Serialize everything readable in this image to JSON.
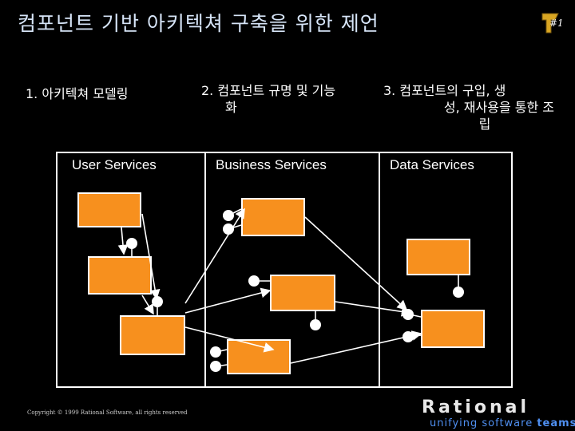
{
  "header": {
    "title": "컴포넌트 기반 아키텍쳐 구축을 위한 제언",
    "slide_number": "#1",
    "logo_icon": "rational-r-icon"
  },
  "steps": [
    {
      "line1": "1.  아키텍쳐 모델링"
    },
    {
      "line1": "2.  컴포넌트 규명 및 기능",
      "line2": "화"
    },
    {
      "line1": "3.  컴포넌트의 구입, 생",
      "line2": "성, 재사용을 통한 조",
      "line3": "립"
    }
  ],
  "columns": {
    "user": "User Services",
    "business": "Business Services",
    "data": "Data Services"
  },
  "colors": {
    "background": "#000000",
    "title": "#d6e4f7",
    "component_box": "#f7901e",
    "line": "#ffffff",
    "tagline": "#4f8ff0"
  },
  "footer": {
    "copyright": "Copyright © 1999 Rational Software, all rights reserved",
    "brand": "Rational",
    "tagline_plain": "unifying software ",
    "tagline_bold": "teams"
  }
}
